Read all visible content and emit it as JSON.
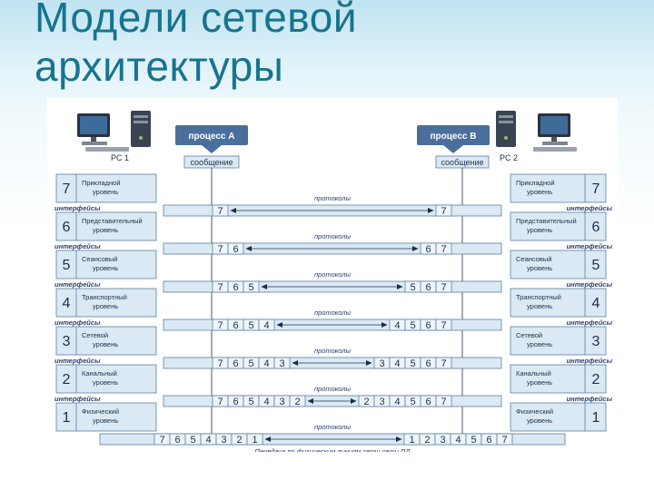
{
  "page": {
    "title_line1": "Модели сетевой",
    "title_line2": "архитектуры"
  },
  "diagram": {
    "process_a": "процесс А",
    "process_b": "процесс В",
    "pc1": "PC 1",
    "pc2": "PC 2",
    "message": "сообщение",
    "interfaces": "интерфейсы",
    "protocols": "протоколы",
    "bottom_caption": "Передача по физическим линиям связи сети ПД",
    "layers": [
      {
        "num": "7",
        "line1": "Прикладной",
        "line2": "уровень"
      },
      {
        "num": "6",
        "line1": "Представительный",
        "line2": "уровень"
      },
      {
        "num": "5",
        "line1": "Сеансовый",
        "line2": "уровень"
      },
      {
        "num": "4",
        "line1": "Транспортный",
        "line2": "уровень"
      },
      {
        "num": "3",
        "line1": "Сетевой",
        "line2": "уровень"
      },
      {
        "num": "2",
        "line1": "Канальный",
        "line2": "уровень"
      },
      {
        "num": "1",
        "line1": "Физический",
        "line2": "уровень"
      }
    ],
    "headers": [
      {
        "left": [
          "7"
        ],
        "right": [
          "7"
        ]
      },
      {
        "left": [
          "7",
          "6"
        ],
        "right": [
          "6",
          "7"
        ]
      },
      {
        "left": [
          "7",
          "6",
          "5"
        ],
        "right": [
          "5",
          "6",
          "7"
        ]
      },
      {
        "left": [
          "7",
          "6",
          "5",
          "4"
        ],
        "right": [
          "4",
          "5",
          "6",
          "7"
        ]
      },
      {
        "left": [
          "7",
          "6",
          "5",
          "4",
          "3"
        ],
        "right": [
          "3",
          "4",
          "5",
          "6",
          "7"
        ]
      },
      {
        "left": [
          "7",
          "6",
          "5",
          "4",
          "3",
          "2"
        ],
        "right": [
          "2",
          "3",
          "4",
          "5",
          "6",
          "7"
        ]
      },
      {
        "left": [
          "7",
          "6",
          "5",
          "4",
          "3",
          "2",
          "1"
        ],
        "right": [
          "1",
          "2",
          "3",
          "4",
          "5",
          "6",
          "7"
        ]
      }
    ],
    "colors": {
      "box_fill": "#dbe9f4",
      "box_stroke": "#5d7fa0",
      "process_fill": "#4a6f9c",
      "text": "#1c2f4a",
      "interface_text": "#2a3f73"
    }
  }
}
